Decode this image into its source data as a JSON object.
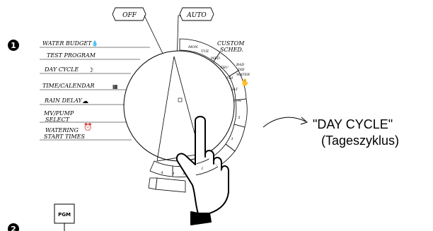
{
  "steps": {
    "step1": "❶",
    "step2": "❷"
  },
  "dial": {
    "off_label": "OFF",
    "auto_label": "AUTO",
    "left_labels": [
      "WATER BUDGET",
      "TEST PROGRAM",
      "DAY CYCLE",
      "TIME/CALENDAR",
      "RAIN DELAY",
      "MV/PUMP",
      "SELECT",
      "WATERING",
      "START TIMES"
    ],
    "right_labels": [
      "CUSTOM",
      "SCHED.",
      "BAD",
      "DIE",
      "WATER"
    ],
    "arc_labels": [
      "MON",
      "TUE",
      "WED",
      "THU",
      "FRI",
      "SAT",
      "SUN"
    ],
    "bottom_numbers": [
      "4",
      "3",
      "2",
      "1"
    ],
    "right_numbers": [
      "3",
      "5"
    ]
  },
  "callout": {
    "line1": "\"DAY CYCLE\"",
    "line2": "(Tageszyklus)"
  },
  "pgm_button": {
    "label": "PGM"
  }
}
